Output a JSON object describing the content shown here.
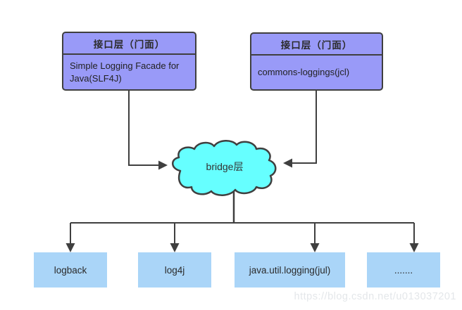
{
  "facade_boxes": [
    {
      "header": "接口层（门面）",
      "body": "Simple Logging Facade for Java(SLF4J)"
    },
    {
      "header": "接口层（门面）",
      "body": "commons-loggings(jcl)"
    }
  ],
  "bridge_cloud": {
    "label": "bridge层"
  },
  "implementation_boxes": [
    {
      "label": "logback"
    },
    {
      "label": "log4j"
    },
    {
      "label": "java.util.logging(jul)"
    },
    {
      "label": "......."
    }
  ],
  "watermark": "https://blog.csdn.net/u013037201",
  "colors": {
    "facade_fill": "#999af8",
    "impl_fill": "#aad5f8",
    "cloud_fill": "#66ffff",
    "line_color": "#3f3f3f",
    "watermark_color": "#e4e7ea"
  }
}
